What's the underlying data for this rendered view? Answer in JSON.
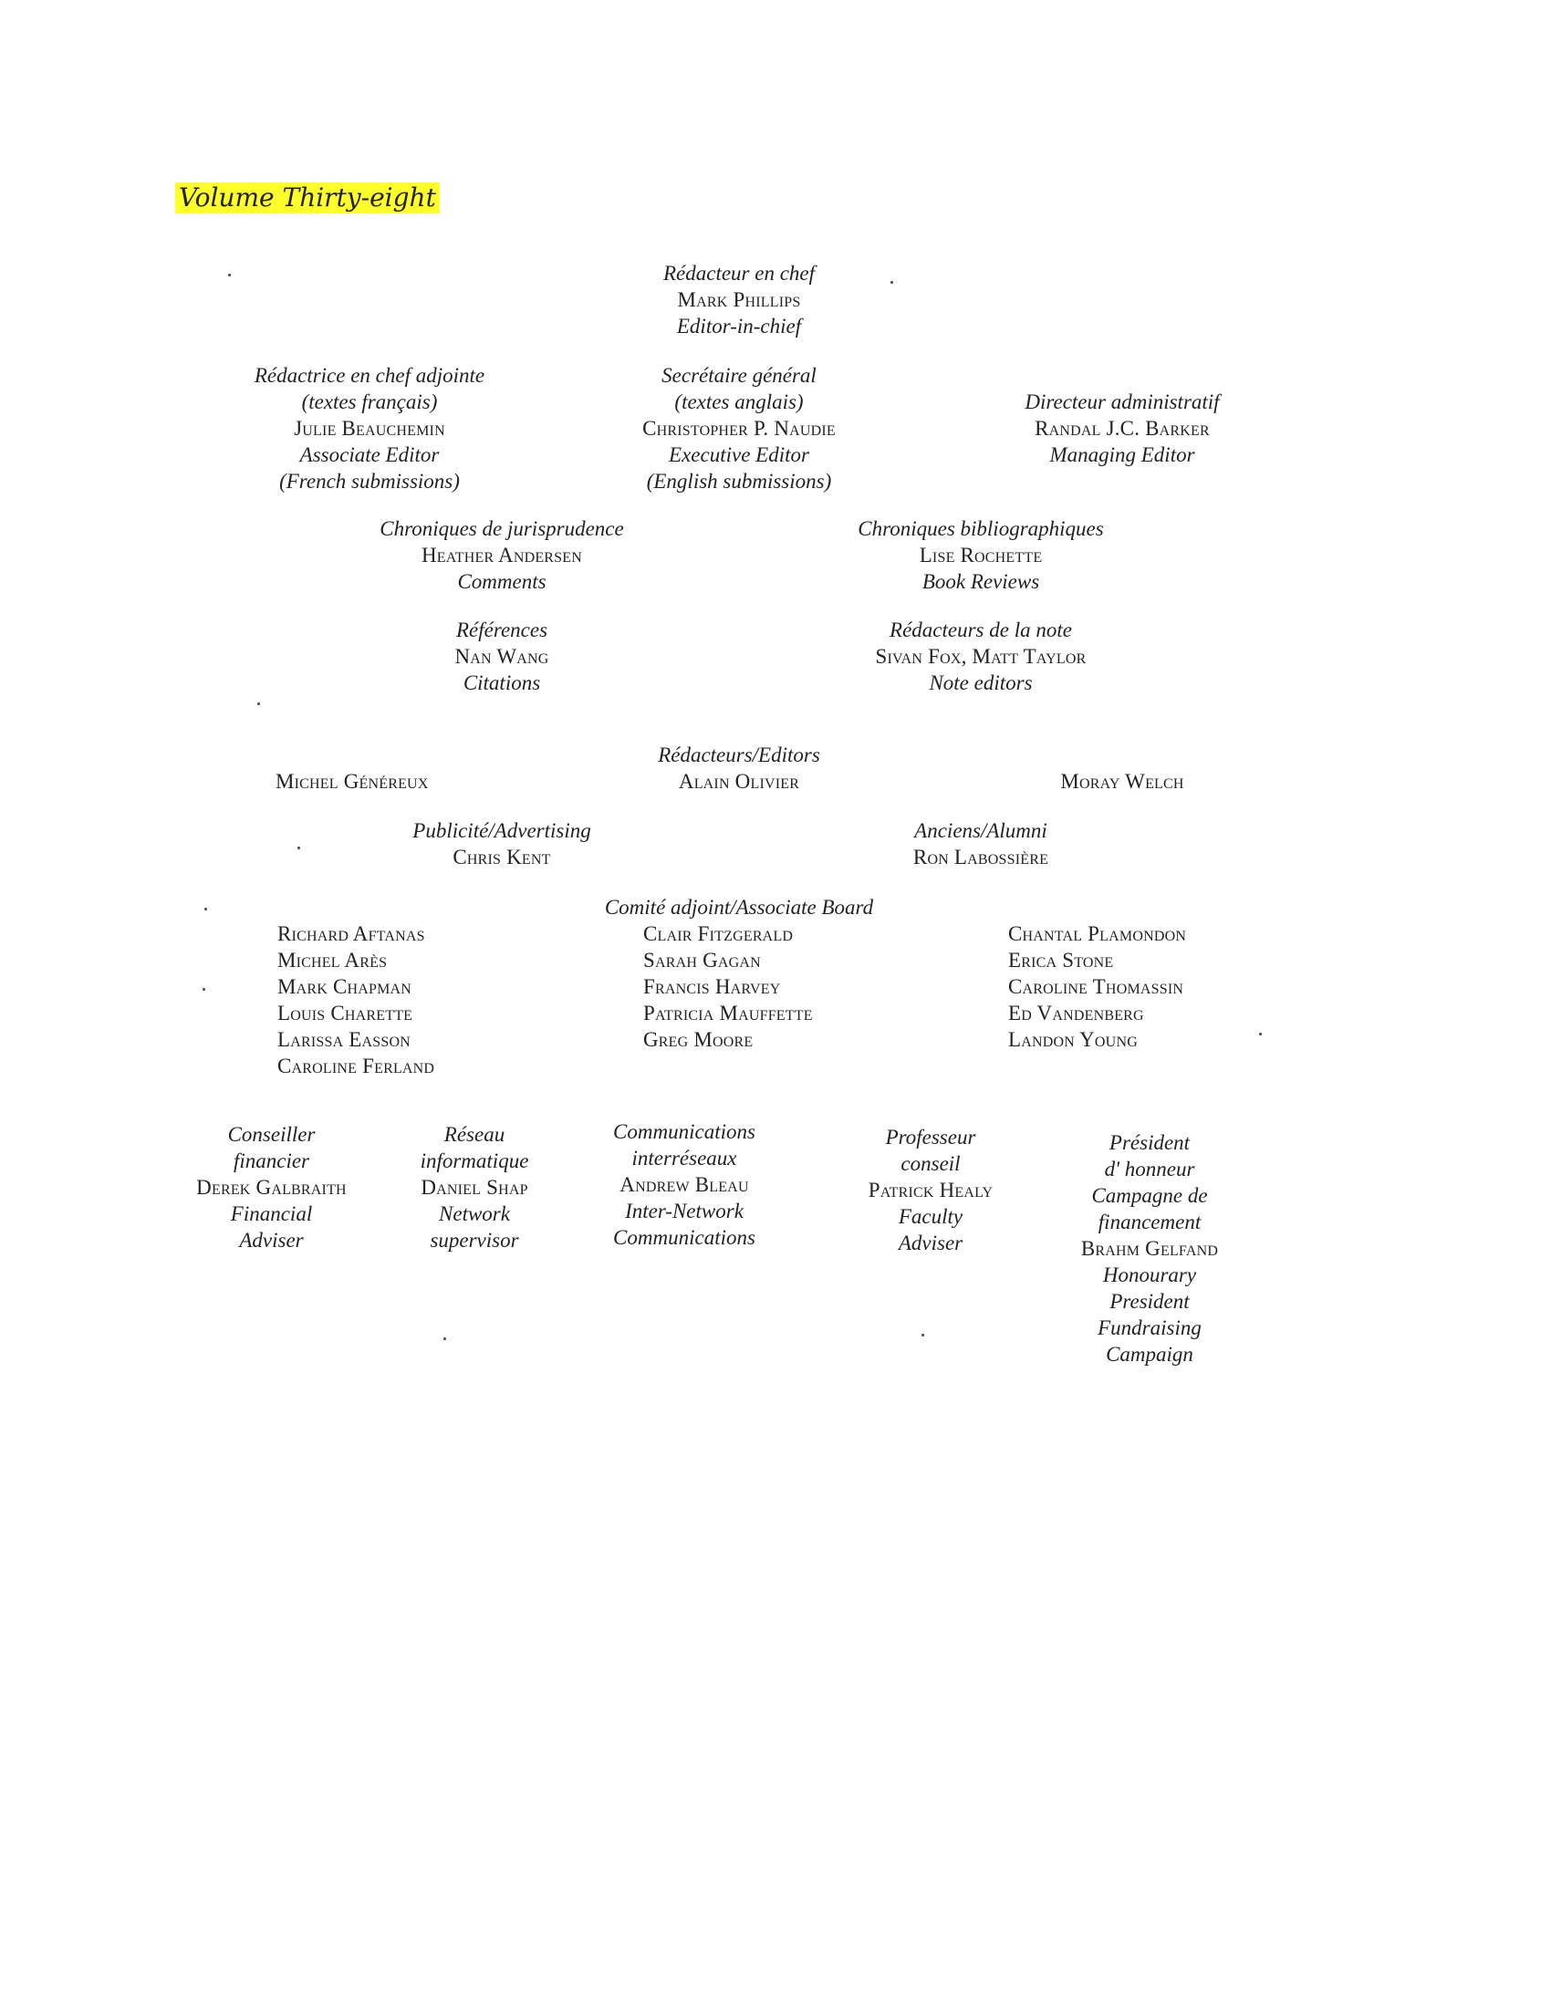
{
  "volume": "Volume Thirty-eight",
  "editor_in_chief": {
    "fr": "Rédacteur en chef",
    "name": "Mark Phillips",
    "en": "Editor-in-chief"
  },
  "associate_editor": {
    "fr1": "Rédactrice en chef adjointe",
    "fr2": "(textes français)",
    "name": "Julie Beauchemin",
    "en1": "Associate Editor",
    "en2": "(French submissions)"
  },
  "executive_editor": {
    "fr1": "Secrétaire général",
    "fr2": "(textes anglais)",
    "name": "Christopher P. Naudie",
    "en1": "Executive Editor",
    "en2": "(English submissions)"
  },
  "managing_editor": {
    "fr": "Directeur administratif",
    "name": "Randal J.C. Barker",
    "en": "Managing Editor"
  },
  "comments": {
    "fr": "Chroniques de jurisprudence",
    "name": "Heather Andersen",
    "en": "Comments"
  },
  "book_reviews": {
    "fr": "Chroniques bibliographiques",
    "name": "Lise Rochette",
    "en": "Book Reviews"
  },
  "citations": {
    "fr": "Références",
    "name": "Nan Wang",
    "en": "Citations"
  },
  "note_editors": {
    "fr": "Rédacteurs de la note",
    "name": "Sivan Fox, Matt Taylor",
    "en": "Note editors"
  },
  "editors": {
    "heading": "Rédacteurs/Editors",
    "left": "Michel Généreux",
    "center": "Alain Olivier",
    "right": "Moray Welch"
  },
  "advertising": {
    "heading": "Publicité/Advertising",
    "name": "Chris Kent"
  },
  "alumni": {
    "heading": "Anciens/Alumni",
    "name": "Ron Labossière"
  },
  "associate_board": {
    "heading": "Comité adjoint/Associate Board",
    "col1": [
      "Richard Aftanas",
      "Michel Arès",
      "Mark Chapman",
      "Louis Charette",
      "Larissa Easson",
      "Caroline Ferland"
    ],
    "col2": [
      "Clair Fitzgerald",
      "Sarah Gagan",
      "Francis Harvey",
      "Patricia Mauffette",
      "Greg Moore"
    ],
    "col3": [
      "Chantal Plamondon",
      "Erica Stone",
      "Caroline Thomassin",
      "Ed Vandenberg",
      "Landon Young"
    ]
  },
  "financial_adviser": {
    "fr1": "Conseiller",
    "fr2": "financier",
    "name": "Derek Galbraith",
    "en1": "Financial",
    "en2": "Adviser"
  },
  "network_supervisor": {
    "fr1": "Réseau",
    "fr2": "informatique",
    "name": "Daniel Shap",
    "en1": "Network",
    "en2": "supervisor"
  },
  "inter_network": {
    "fr1": "Communications",
    "fr2": "interréseaux",
    "name": "Andrew Bleau",
    "en1": "Inter-Network",
    "en2": "Communications"
  },
  "faculty_adviser": {
    "fr1": "Professeur",
    "fr2": "conseil",
    "name": "Patrick Healy",
    "en1": "Faculty",
    "en2": "Adviser"
  },
  "honourary_president": {
    "fr1": "Président",
    "fr2": "d' honneur",
    "fr3": "Campagne de",
    "fr4": "financement",
    "name": "Brahm Gelfand",
    "en1": "Honourary",
    "en2": "President",
    "en3": "Fundraising",
    "en4": "Campaign"
  }
}
